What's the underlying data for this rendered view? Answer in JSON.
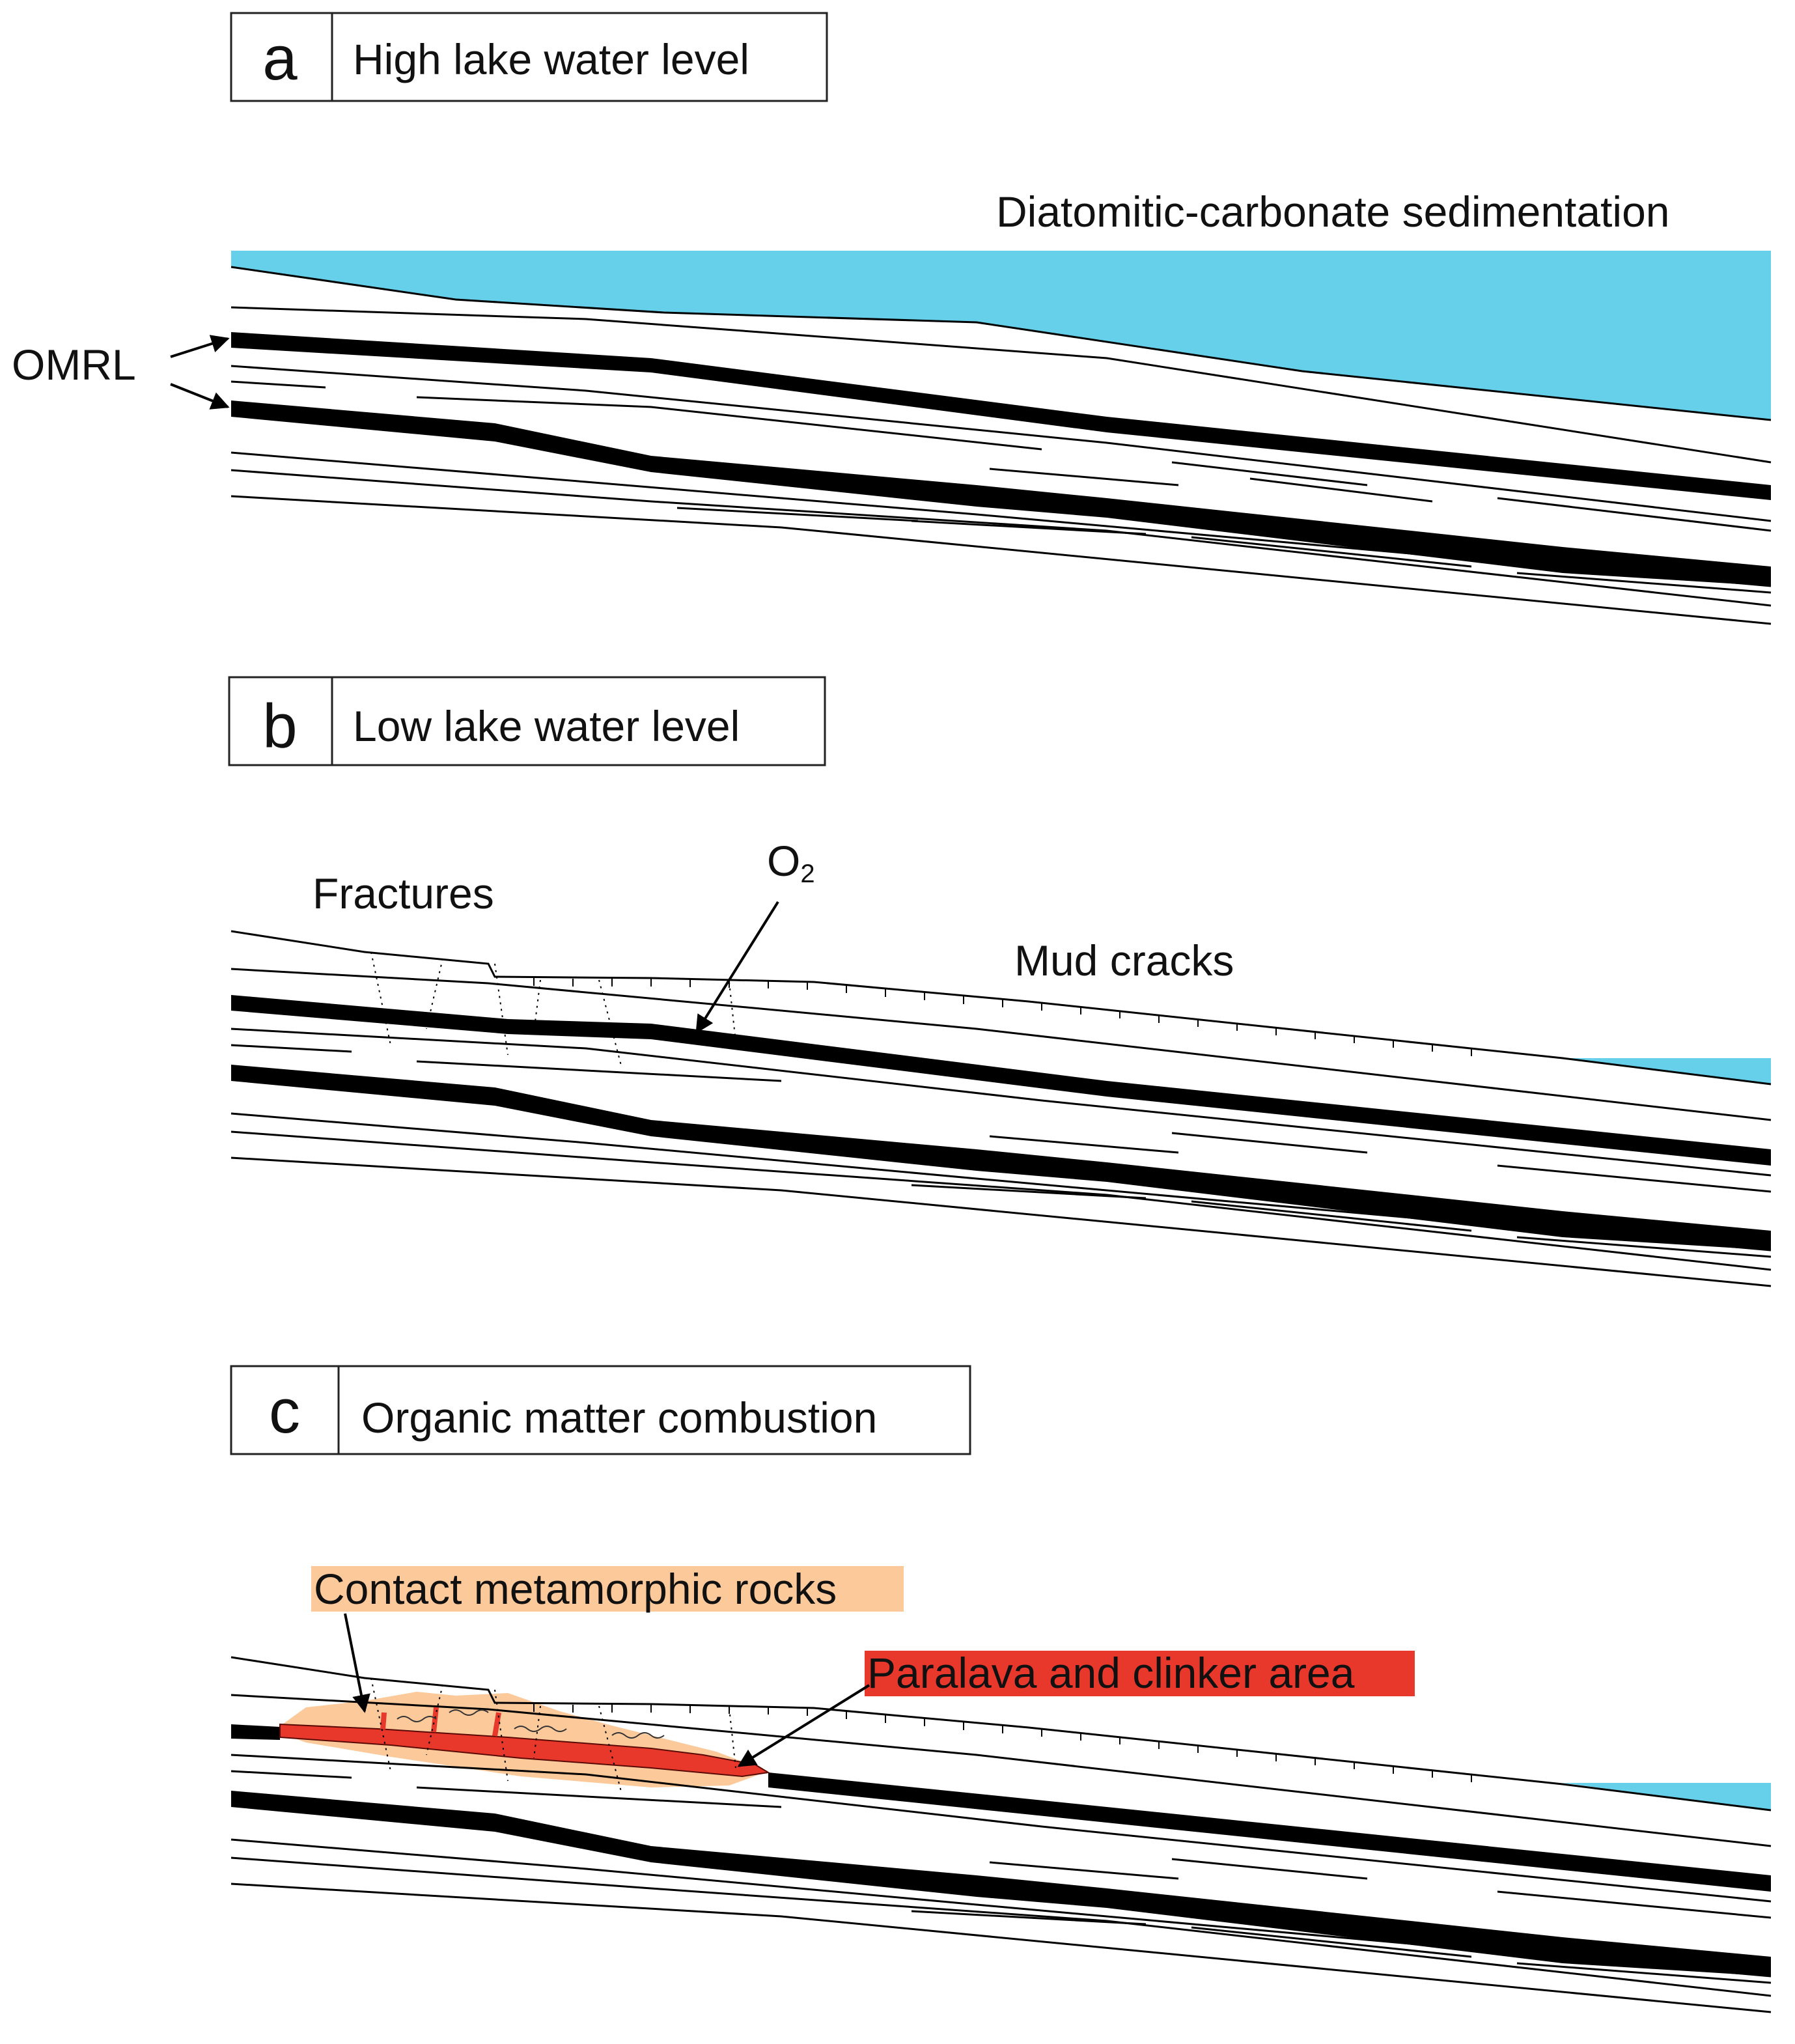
{
  "colors": {
    "lake_water": "#66d0ea",
    "organic_layer": "#000000",
    "strata_line": "#000000",
    "contact_metamorphic": "#fcc99a",
    "paralava_clinker": "#e8372b",
    "label_text": "#111111"
  },
  "icons": [
    "arrow-icon"
  ],
  "panels": [
    {
      "letter": "a",
      "title": "High lake water level",
      "labels": {
        "sedimentation": "Diatomitic-carbonate sedimentation",
        "omrl": "OMRL"
      }
    },
    {
      "letter": "b",
      "title": "Low lake water level",
      "labels": {
        "fractures": "Fractures",
        "o2_main": "O",
        "o2_sub": "2",
        "mud_cracks": "Mud cracks"
      }
    },
    {
      "letter": "c",
      "title": "Organic matter combustion",
      "labels": {
        "contact_rocks": "Contact metamorphic rocks",
        "paralava": "Paralava and clinker area"
      }
    }
  ]
}
